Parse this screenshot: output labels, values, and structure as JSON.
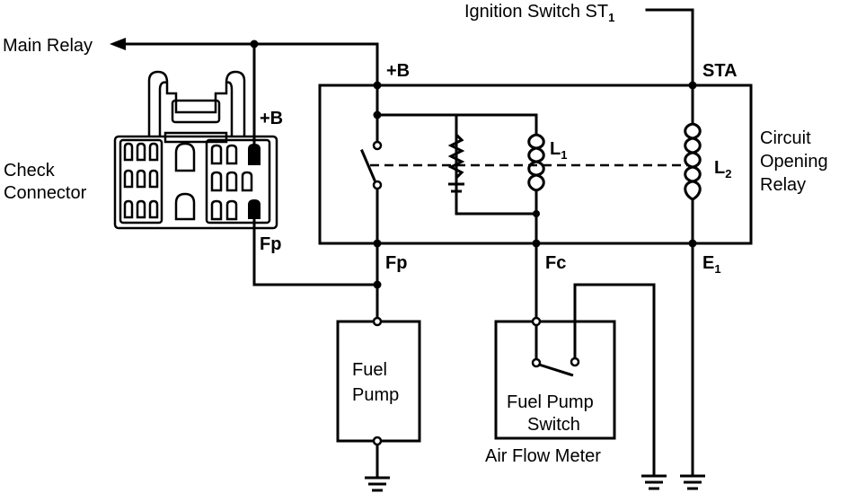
{
  "labels": {
    "ignition_switch": "Ignition Switch ST",
    "ignition_switch_sub": "1",
    "main_relay": "Main Relay",
    "plus_b_top": "+B",
    "sta": "STA",
    "plus_b_connector": "+B",
    "check_connector_line1": "Check",
    "check_connector_line2": "Connector",
    "l1": "L",
    "l1_sub": "1",
    "l2": "L",
    "l2_sub": "2",
    "circuit_opening_relay_line1": "Circuit",
    "circuit_opening_relay_line2": "Opening",
    "circuit_opening_relay_line3": "Relay",
    "fp_connector": "Fp",
    "fp_relay": "Fp",
    "fc": "Fc",
    "e1": "E",
    "e1_sub": "1",
    "fuel_pump_line1": "Fuel",
    "fuel_pump_line2": "Pump",
    "fuel_pump_switch_line1": "Fuel Pump",
    "fuel_pump_switch_line2": "Switch",
    "air_flow_meter": "Air Flow Meter"
  }
}
